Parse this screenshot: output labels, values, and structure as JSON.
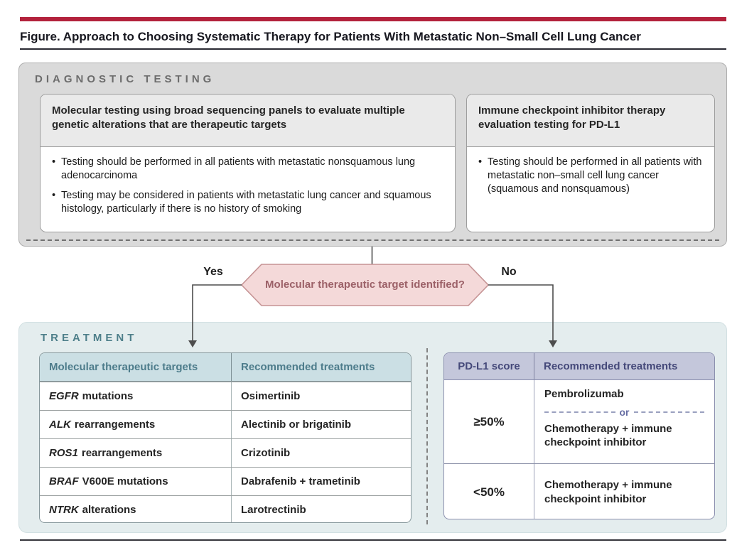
{
  "figure": {
    "title": "Figure. Approach to Choosing Systematic Therapy for Patients With Metastatic Non–Small Cell Lung Cancer"
  },
  "diagnostic": {
    "section_label": "DIAGNOSTIC TESTING",
    "left_box": {
      "header": "Molecular testing using broad sequencing panels to evaluate multiple genetic alterations that are therapeutic targets",
      "bullets": [
        "Testing should be performed in all patients with metastatic nonsquamous lung adenocarcinoma",
        "Testing may be considered in patients with metastatic lung cancer and squamous histology, particularly if there is no history of smoking"
      ]
    },
    "right_box": {
      "header": "Immune checkpoint inhibitor therapy evaluation testing for PD-L1",
      "bullets": [
        "Testing should be performed in all patients with metastatic non–small cell lung cancer (squamous and nonsquamous)"
      ]
    }
  },
  "decision": {
    "question": "Molecular therapeutic target identified?",
    "yes_label": "Yes",
    "no_label": "No"
  },
  "treatment": {
    "section_label": "TREATMENT",
    "molecular_table": {
      "headers": [
        "Molecular therapeutic targets",
        "Recommended treatments"
      ],
      "rows": [
        {
          "target_gene": "EGFR",
          "target_rest": "mutations",
          "treatment": "Osimertinib"
        },
        {
          "target_gene": "ALK",
          "target_rest": "rearrangements",
          "treatment": "Alectinib or brigatinib"
        },
        {
          "target_gene": "ROS1",
          "target_rest": "rearrangements",
          "treatment": "Crizotinib"
        },
        {
          "target_gene": "BRAF",
          "target_rest": "V600E mutations",
          "treatment": "Dabrafenib + trametinib"
        },
        {
          "target_gene": "NTRK",
          "target_rest": "alterations",
          "treatment": "Larotrectinib"
        }
      ]
    },
    "pdl1_table": {
      "headers": [
        "PD-L1 score",
        "Recommended treatments"
      ],
      "rows": [
        {
          "score": "≥50%",
          "treatment_1": "Pembrolizumab",
          "or_label": "or",
          "treatment_2": "Chemotherapy + immune checkpoint inhibitor"
        },
        {
          "score": "<50%",
          "treatment_1": "Chemotherapy + immune checkpoint inhibitor"
        }
      ]
    }
  },
  "colors": {
    "accent_red": "#b3223c",
    "panel_gray": "#dadada",
    "treatment_panel_teal": "#e4edee",
    "molecular_header_teal": "#cbdfe4",
    "molecular_header_text": "#4d7c8b",
    "pdl1_header_purple": "#c4c7db",
    "pdl1_header_text": "#45497a",
    "decision_pink_fill": "#f4d9d9",
    "decision_pink_stroke": "#c59394",
    "decision_text": "#9c6168",
    "or_text": "#666da3"
  }
}
